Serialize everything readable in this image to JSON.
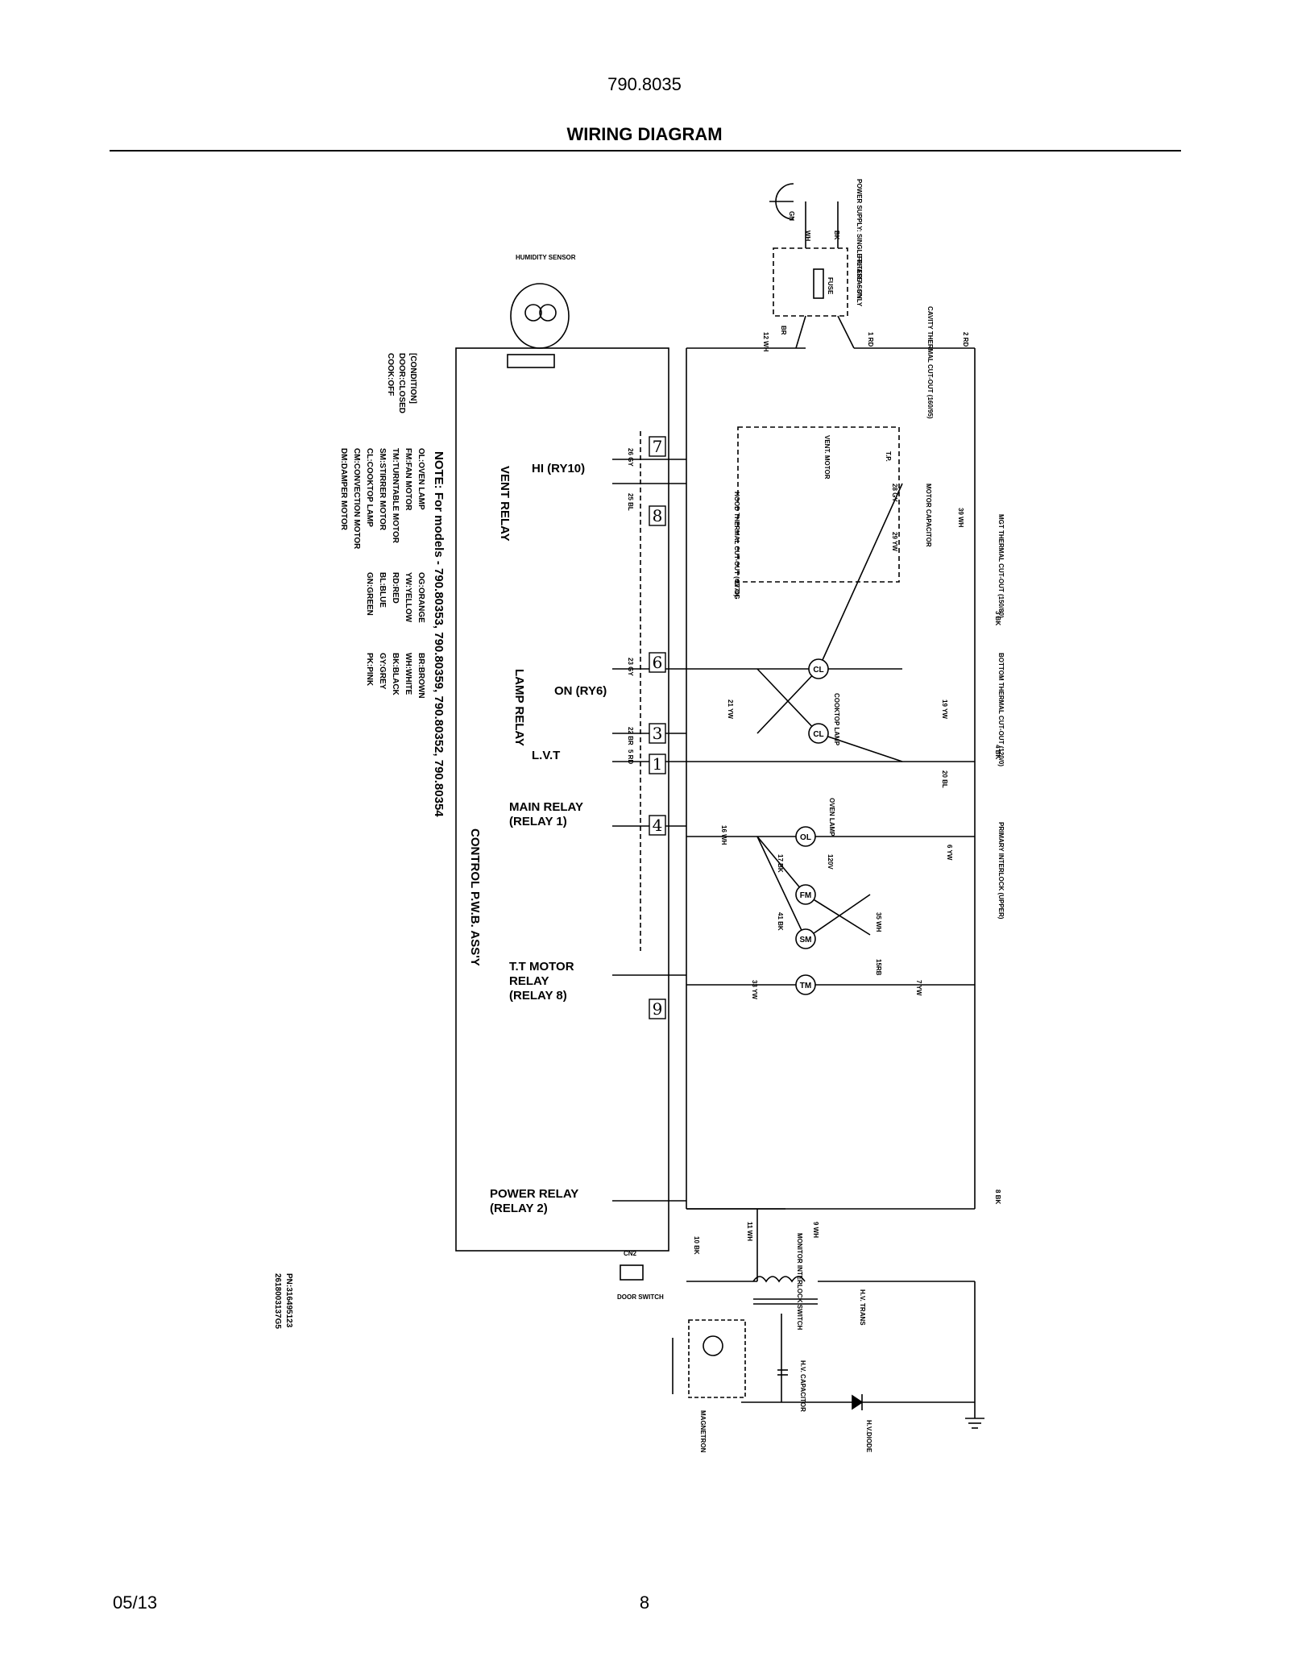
{
  "header": {
    "model": "790.8035",
    "title": "WIRING DIAGRAM"
  },
  "footer": {
    "date": "05/13",
    "page": "8"
  },
  "diagram": {
    "power_supply": "POWER SUPPLY: SINGLE PHASE ~ ONLY",
    "filter_assy": "FILTER ASS'Y",
    "fuse": "FUSE",
    "cavity_thermal": "CAVITY THERMAL CUT-OUT (160/95)",
    "humidity_sensor": "HUMIDITY SENSOR",
    "vent_motor": "VENT. MOTOR",
    "motor_capacitor": "MOTOR CAPACITOR",
    "tp": "T.P.",
    "mgt_thermal": "MGT THERMAL CUT-OUT (150/80)",
    "hood_thermal": "HOOD THERMAL CUT-OUT (40/70)",
    "bottom_thermal": "BOTTOM THERMAL CUT-OUT (120/0)",
    "cooktop_lamp": "COOKTOP LAMP",
    "oven_lamp": "OVEN LAMP",
    "primary_interlock": "PRIMARY INTERLOCK (UPPER)",
    "monitor_interlock": "MONITOR INTERLOCK SWITCH",
    "hv_trans": "H.V. TRANS",
    "hv_capacitor": "H.V. CAPACITOR",
    "hv_diode": "H.V.DIODE",
    "magnetron": "MAGNETRON",
    "door_switch": "DOOR SWITCH",
    "control_pwb": "CONTROL P.W.B. ASS'Y",
    "vent_relay": "VENT RELAY",
    "hi_relay": "HI (RY10)",
    "lamp_relay": "LAMP RELAY",
    "lamp_on": "ON (RY6)",
    "lvt": "L.V.T",
    "main_relay": "MAIN RELAY",
    "main_relay_sub": "(RELAY 1)",
    "tt_motor_relay": "T.T MOTOR",
    "tt_motor_relay2": "RELAY",
    "tt_motor_relay3": "(RELAY 8)",
    "power_relay": "POWER RELAY",
    "power_relay_sub": "(RELAY 2)",
    "cn2": "CN2",
    "pn": "PN:316495123",
    "pn2": "2618003137G5",
    "condition_title": "[CONDITION]",
    "condition_1": "DOOR:CLOSED",
    "condition_2": "COOK:OFF",
    "note": "NOTE: For models - 790.80353, 790.80359, 790.80352, 790.80354",
    "legend_left": [
      "OL:OVEN LAMP",
      "FM:FAN MOTOR",
      "TM:TURNTABLE MOTOR",
      "SM:STIRRER MOTOR",
      "CL:COOKTOP LAMP",
      "CM:CONVECTION MOTOR",
      "DM:DAMPER MOTOR"
    ],
    "legend_mid": [
      "OG:ORANGE",
      "YW:YELLOW",
      "RD:RED",
      "BL:BLUE",
      "GN:GREEN"
    ],
    "legend_right": [
      "BR:BROWN",
      "WH:WHITE",
      "BK:BLACK",
      "GY:GREY",
      "PK:PINK"
    ],
    "pwb_boxes": [
      "7",
      "8",
      "6",
      "3",
      "1",
      "4",
      "9"
    ],
    "components": {
      "cl": "CL",
      "ol": "OL",
      "fm": "FM",
      "sm": "SM",
      "tm": "TM"
    },
    "wires": [
      "2 RD",
      "1 RD",
      "12 WH",
      "39 WH",
      "28 GY",
      "29 YW",
      "27 OG",
      "26 GY",
      "25 BL",
      "3 BK",
      "23 GY",
      "19 YW",
      "21 YW",
      "22 BR",
      "5 RD",
      "4 BK",
      "20 BL",
      "16 WH",
      "6 YW",
      "17 BK",
      "120V",
      "41 BK",
      "35 WH",
      "15RB",
      "33 YW",
      "7 YW",
      "8 BK",
      "9 WH",
      "11 WH",
      "10 BK",
      "GN",
      "WH",
      "BK",
      "BR"
    ]
  }
}
